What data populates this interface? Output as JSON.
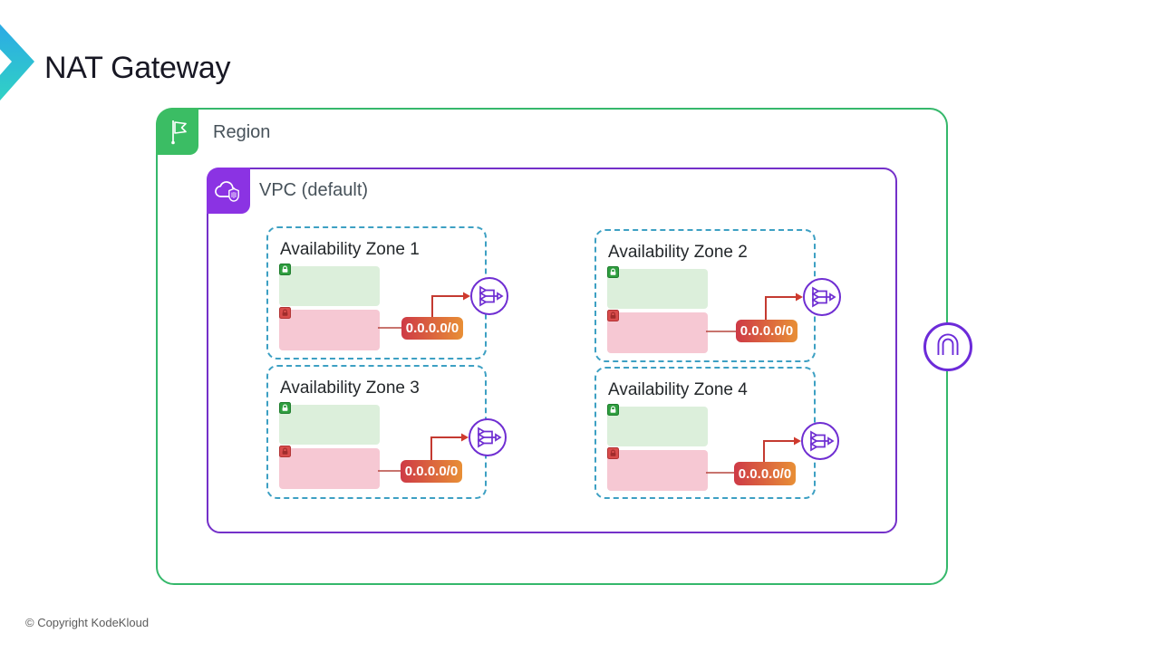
{
  "slide": {
    "title": "NAT Gateway",
    "copyright": "© Copyright KodeKloud"
  },
  "region": {
    "label": "Region"
  },
  "vpc": {
    "label": "VPC (default)"
  },
  "zones": [
    {
      "title": "Availability Zone 1",
      "route_cidr": "0.0.0.0/0"
    },
    {
      "title": "Availability Zone 2",
      "route_cidr": "0.0.0.0/0"
    },
    {
      "title": "Availability Zone 3",
      "route_cidr": "0.0.0.0/0"
    },
    {
      "title": "Availability Zone 4",
      "route_cidr": "0.0.0.0/0"
    }
  ],
  "icons": {
    "logo": "kodekloud-chevron-logo",
    "region": "region-flag-icon",
    "vpc": "vpc-cloud-shield-icon",
    "public_subnet": "public-subnet-lock-icon",
    "private_subnet": "private-subnet-lock-icon",
    "router": "route-table-icon",
    "gateway": "internet-gateway-icon"
  },
  "colors": {
    "region_border": "#35b86b",
    "region_icon_bg": "#3bbd64",
    "vpc_border": "#7430c9",
    "vpc_icon_bg": "#8b33e3",
    "az_border": "#3da0c3",
    "public_subnet_fill": "#dcefdb",
    "private_subnet_fill": "#f6c8d3",
    "route_pill_gradient_start": "#ce3a46",
    "route_pill_gradient_end": "#e88f36",
    "connector_red": "#c43a31",
    "icon_purple": "#6f2ed2",
    "gateway_purple": "#6c2bd9",
    "logo_gradient_start": "#2ba6e8",
    "logo_gradient_end": "#31d6c1"
  }
}
